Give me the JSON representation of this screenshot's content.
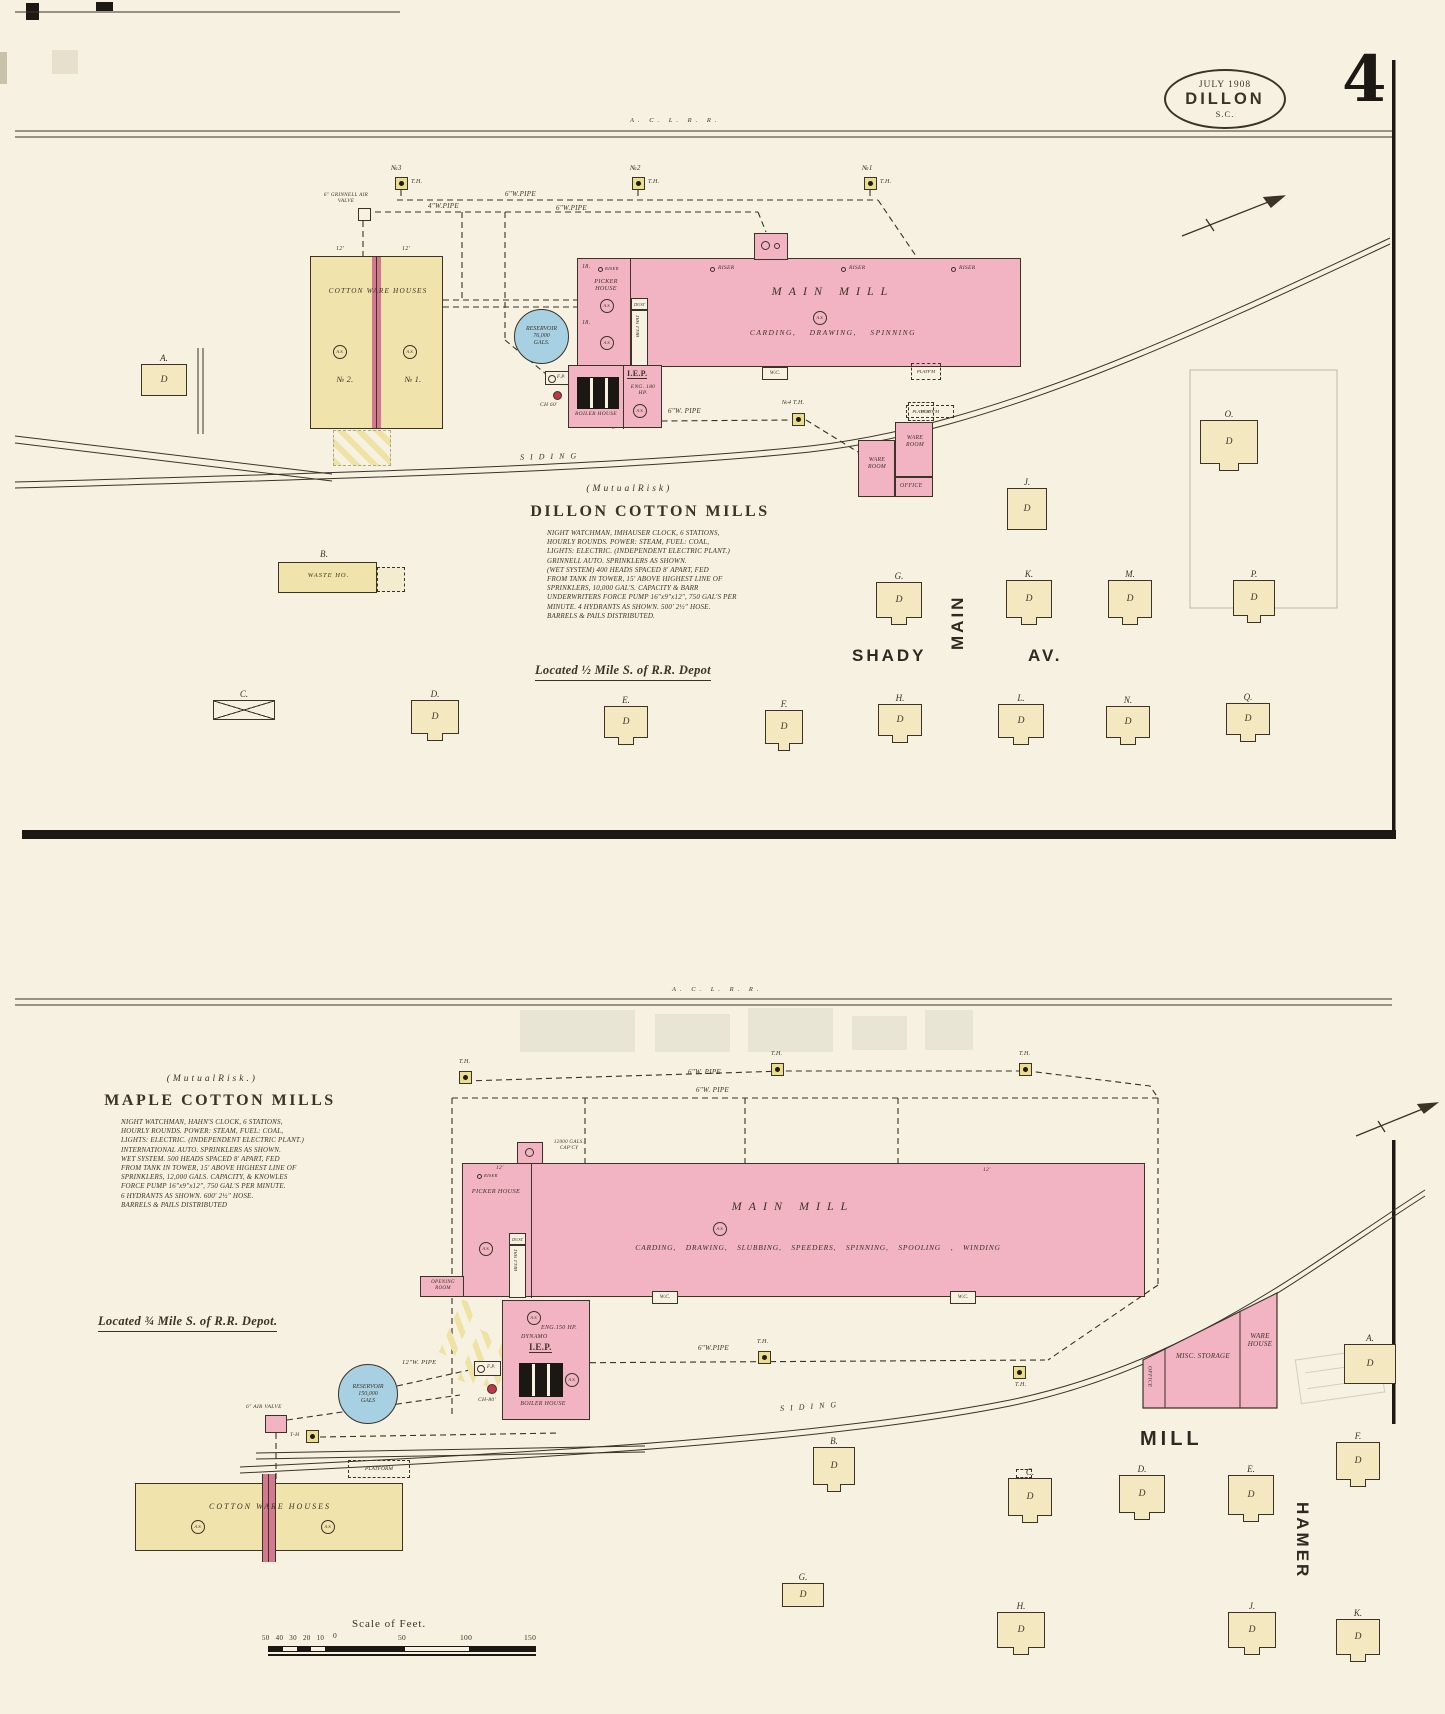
{
  "page": {
    "number": "4",
    "stamp_date": "JULY 1908",
    "stamp_city": "DILLON",
    "stamp_state": "S.C."
  },
  "colors": {
    "paper": "#f6f1e1",
    "mill_pink": "#f2b4c2",
    "warehouse_yellow": "#f0e3ac",
    "dwelling_yellow": "#f3e8c0",
    "reservoir_blue": "#a7d0e2",
    "firewall": "#d2798f",
    "hydrant_fill": "#e9dd8e",
    "ink": "#3b3326"
  },
  "top_map": {
    "railroad": "A. C. L.  R. R.",
    "siding": "S I D I N G",
    "hydrant_th": "T.H.",
    "hydrant_nos": [
      "№3",
      "№2",
      "№1",
      "№4 T.H."
    ],
    "pipe_6a": "6\"W.PIPE",
    "pipe_4": "4\"W.PIPE",
    "pipe_6b": "6\"W.PIPE",
    "pipe_6c": "6\"W. PIPE",
    "grinnell": "6\" GRINNELL AIR VALVE",
    "as": "A.S.",
    "dwelling": "D",
    "dim12": "12'",
    "warehouse": {
      "title": "COTTON  WARE HOUSES",
      "no2": "№ 2.",
      "no1": "№ 1."
    },
    "reservoir": {
      "l1": "RESERVOIR",
      "l2": "76,000",
      "l3": "GALS."
    },
    "mill": {
      "n18a": "18.",
      "n18b": "18.",
      "riser": "RISER",
      "picker": "PICKER HOUSE",
      "dust": "DUST",
      "belt": "BELT WAY",
      "main": "MAIN  MILL",
      "processes": "CARDING,   DRAWING,   SPINNING",
      "wc": "W.C.",
      "platfm": "PLATF'M"
    },
    "power": {
      "iep": "I.E.P.",
      "eng": "ENG. 180 HP.",
      "boiler": "BOILER HOUSE",
      "fp": "F.P.",
      "ch": "CH 60'"
    },
    "warerooms": {
      "w1": "WARE ROOM",
      "w2": "WARE ROOM",
      "office": "OFFICE",
      "platfm": "PLATF'M"
    },
    "waste": {
      "letter": "B.",
      "name": "WASTE HO."
    },
    "risk": "( M u t u a l     R i s k )",
    "title": "DILLON   COTTON   MILLS",
    "desc": [
      "NIGHT WATCHMAN, IMHAUSER CLOCK, 6 STATIONS,",
      "HOURLY ROUNDS.  POWER: STEAM, FUEL: COAL,",
      "LIGHTS: ELECTRIC. (INDEPENDENT ELECTRIC PLANT.)",
      "GRINNELL AUTO. SPRINKLERS AS SHOWN.",
      "(WET SYSTEM) 400 HEADS SPACED 8' APART, FED",
      "FROM TANK IN TOWER, 15' ABOVE HIGHEST LINE OF",
      "SPRINKLERS, 10,000 GAL'S. CAPACITY & BARR",
      "UNDERWRITERS FORCE PUMP 16\"x9\"x12\", 750 GAL'S PER",
      "MINUTE.  4 HYDRANTS AS SHOWN. 500' 2½\" HOSE.",
      "BARRELS & PAILS DISTRIBUTED."
    ],
    "located": "Located ½ Mile S. of R.R. Depot",
    "street_main": "MAIN",
    "street_shady": "SHADY",
    "street_av": "AV.",
    "houses": [
      {
        "letter": "A."
      },
      {
        "letter": "C."
      },
      {
        "letter": "D."
      },
      {
        "letter": "E."
      },
      {
        "letter": "F."
      },
      {
        "letter": "G."
      },
      {
        "letter": "H."
      },
      {
        "letter": "J."
      },
      {
        "letter": "K."
      },
      {
        "letter": "L."
      },
      {
        "letter": "M."
      },
      {
        "letter": "N."
      },
      {
        "letter": "O."
      },
      {
        "letter": "P."
      },
      {
        "letter": "Q."
      }
    ]
  },
  "bottom_map": {
    "railroad": "A. C. L.  R. R.",
    "siding": "S I D I N G",
    "platform": "PLATFORM",
    "hydrant_th": "T.H.",
    "th_dash": "T-H",
    "pipe_6a": "6\"W. PIPE",
    "pipe_6b": "6\"W. PIPE",
    "pipe_6c": "6\"W.PIPE",
    "pipe_12": "12\"W. PIPE",
    "air_valve": "6\" AIR VALVE",
    "as": "A.S.",
    "dwelling": "D",
    "dim12": "12'",
    "tank": "12000 GALS. CAP'CY",
    "mill": {
      "riser": "RISER",
      "picker": "PICKER HOUSE",
      "dust": "DUST",
      "belt": "BELT WAY",
      "main": "MAIN  MILL",
      "processes": "CARDING,  DRAWING,  SLUBBING,  SPEEDERS,  SPINNING,  SPOOLING ,  WINDING",
      "opening": "OPENING ROOM",
      "wc": "W.C."
    },
    "power": {
      "eng": "ENG.150 HP.",
      "dynamo": "DYNAMO",
      "iep": "I.E.P.",
      "boiler": "BOILER HOUSE",
      "fp": "F.P.",
      "ch": "CH-80'"
    },
    "reservoir": {
      "l1": "RESERVOIR",
      "l2": "150,000",
      "l3": "GALS"
    },
    "warehouse_title": "COTTON   WARE HOUSES",
    "misc": {
      "office": "OFFICE",
      "storage": "MISC. STORAGE",
      "ware": "WARE HOUSE"
    },
    "risk": "( M u t u a l    R i s k . )",
    "title": "MAPLE   COTTON   MILLS",
    "desc": [
      "NIGHT WATCHMAN, HAHN'S CLOCK, 6 STATIONS,",
      "HOURLY ROUNDS.  POWER: STEAM, FUEL: COAL,",
      "LIGHTS: ELECTRIC. (INDEPENDENT ELECTRIC PLANT.)",
      "INTERNATIONAL AUTO. SPRINKLERS AS SHOWN.",
      "WET SYSTEM. 500 HEADS SPACED 8' APART, FED",
      "FROM TANK IN TOWER, 15' ABOVE HIGHEST LINE OF",
      "SPRINKLERS, 12,000 GALS. CAPACITY, & KNOWLES",
      "FORCE PUMP 16\"x9\"x12\", 750 GAL'S PER MINUTE.",
      "6 HYDRANTS AS SHOWN. 600' 2½\" HOSE.",
      "BARRELS & PAILS DISTRIBUTED"
    ],
    "located": "Located ¾ Mile S. of R.R. Depot.",
    "street_mill": "MILL",
    "street_hamer": "HAMER",
    "houses": [
      {
        "letter": "A."
      },
      {
        "letter": "B."
      },
      {
        "letter": "C."
      },
      {
        "letter": "D."
      },
      {
        "letter": "E."
      },
      {
        "letter": "F."
      },
      {
        "letter": "G."
      },
      {
        "letter": "H."
      },
      {
        "letter": "J."
      },
      {
        "letter": "K."
      }
    ]
  },
  "scale": {
    "title": "Scale of Feet.",
    "left_ticks": "50  40  30  20  10",
    "zero": "0",
    "f50": "50",
    "f100": "100",
    "f150": "150"
  }
}
